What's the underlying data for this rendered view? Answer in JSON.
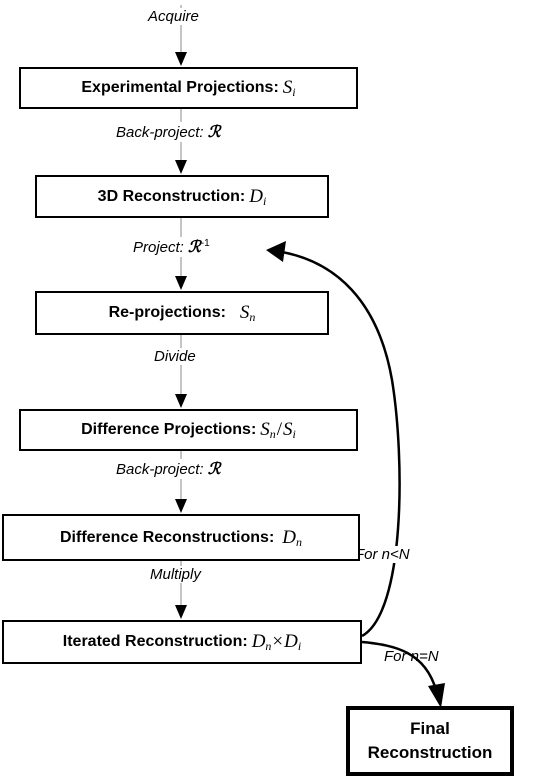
{
  "steps": [
    {
      "label": "Experimental Projections:",
      "math": "S",
      "sub": "i"
    },
    {
      "label": "3D Reconstruction:",
      "math": "D",
      "sub": "i"
    },
    {
      "label": "Re-projections:",
      "math": "S",
      "sub": "n"
    },
    {
      "label": "Difference Projections:",
      "math_a": "S",
      "sub_a": "n",
      "op": "/",
      "math_b": "S",
      "sub_b": "i"
    },
    {
      "label": "Difference Reconstructions:",
      "math": "D",
      "sub": "n"
    },
    {
      "label": "Iterated Reconstruction:",
      "math_a": "D",
      "sub_a": "n",
      "op": "×",
      "math_b": "D",
      "sub_b": "i"
    }
  ],
  "final": {
    "line1": "Final",
    "line2": "Reconstruction"
  },
  "edges": {
    "acquire": "Acquire",
    "backproject1": "Back-project:",
    "backproject1_op": "ℛ",
    "project": "Project:",
    "project_op": "ℛ",
    "project_sup": "-1",
    "divide": "Divide",
    "backproject2": "Back-project:",
    "backproject2_op": "ℛ",
    "multiply": "Multiply",
    "loop": "For n<N",
    "exit": "For n=N"
  }
}
